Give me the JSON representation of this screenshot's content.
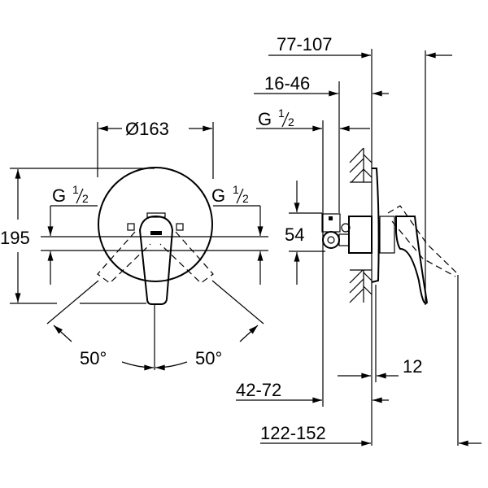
{
  "drawing": {
    "front_view": {
      "diameter_label": "Ø163",
      "height_label": "195",
      "thread_left": {
        "main": "G",
        "num": "1",
        "den": "2"
      },
      "thread_right": {
        "main": "G",
        "num": "1",
        "den": "2"
      },
      "angle_left": "50°",
      "angle_right": "50°"
    },
    "side_view": {
      "depth_total": "77-107",
      "depth_inner": "16-46",
      "thread": {
        "main": "G",
        "num": "1",
        "den": "2"
      },
      "spacing": "54",
      "plate": "12",
      "install_depth": "42-72",
      "overall_depth": "122-152"
    }
  }
}
